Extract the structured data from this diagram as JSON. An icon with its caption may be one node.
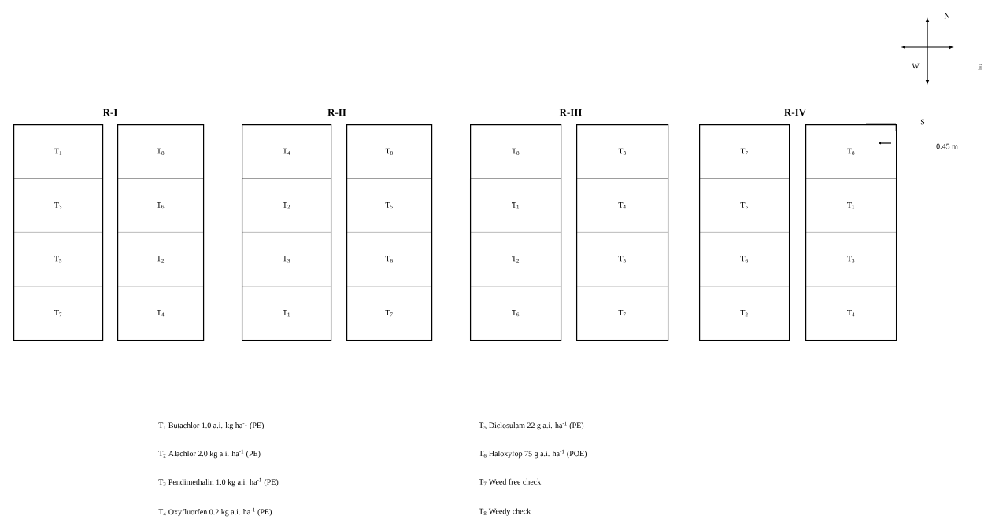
{
  "diagram": {
    "nodes": [
      {
        "text": [],
        "shape": "box"
      },
      {
        "text": [
          "T$_{1}$"
        ],
        "in": 0
      },
      {
        "text": [
          "T$_{3}$"
        ],
        "in": 0
      },
      {
        "text": [
          "T$_{5}$"
        ],
        "in": 0
      },
      {
        "text": [
          "T$_{7}$"
        ],
        "in": 0
      },
      {
        "text": [],
        "shape": "box"
      },
      {
        "text": [
          "T$_{8}$"
        ],
        "in": 5
      },
      {
        "text": [
          "T$_{6}$"
        ],
        "in": 5
      },
      {
        "text": [
          "T$_{2}$"
        ],
        "in": 5
      },
      {
        "text": [
          "T$_{4}$"
        ],
        "in": 5
      },
      {
        "text": [],
        "shape": "box"
      },
      {
        "text": [
          "T$_{4}$"
        ],
        "in": 10
      },
      {
        "text": [
          "T$_{2}$"
        ],
        "in": 10
      },
      {
        "text": [
          "T$_{3}$"
        ],
        "in": 10
      },
      {
        "text": [
          "T$_{1}$"
        ],
        "in": 10
      },
      {
        "text": [],
        "shape": "box"
      },
      {
        "text": [
          "T$_{8}$"
        ],
        "in": 15
      },
      {
        "text": [
          "T$_{5}$"
        ],
        "in": 15
      },
      {
        "text": [
          "T$_{6}$"
        ],
        "in": 15
      },
      {
        "text": [
          "T$_{7}$"
        ],
        "in": 15
      },
      {
        "text": [],
        "shape": "box"
      },
      {
        "text": [
          "T$_{8}$"
        ],
        "in": 20
      },
      {
        "text": [
          "T$_{1}$"
        ],
        "in": 20
      },
      {
        "text": [
          "T$_{2}$"
        ],
        "in": 20
      },
      {
        "text": [
          "T$_{6}$"
        ],
        "in": 20
      },
      {
        "text": [],
        "shape": "box"
      },
      {
        "text": [
          "T$_{3}$"
        ],
        "in": 25
      },
      {
        "text": [
          "T$_{4}$"
        ],
        "in": 25
      },
      {
        "text": [
          "T$_{5}$"
        ],
        "in": 25
      },
      {
        "text": [
          "T$_{7}$"
        ],
        "in": 25
      },
      {
        "text": [],
        "shape": "box"
      },
      {
        "text": [
          "T$_{7}$"
        ],
        "in": 30
      },
      {
        "text": [
          "T$_{5}$"
        ],
        "in": 30
      },
      {
        "text": [
          "T$_{6}$"
        ],
        "in": 30
      },
      {
        "text": [
          "T$_{2}$"
        ],
        "in": 30
      },
      {
        "text": [],
        "shape": "box"
      },
      {
        "text": [
          "T$_{8}$"
        ],
        "in": 35
      },
      {
        "text": [
          "T$_{1}$"
        ],
        "in": 35
      },
      {
        "text": [
          "T$_{3}$"
        ],
        "in": 35
      },
      {
        "text": [
          "T$_{4}$"
        ],
        "in": 35
      }
    ],
    "labels": [
      "R-I",
      "R-II",
      "R-III",
      "R-IV",
      "N",
      "W",
      "E",
      "S",
      "0.45 m",
      "T$_{1}$ Butachlor 1.0 a.i. kg ha$^{-1}$ (PE)",
      "T$_{5}$ Diclosulam 22 g a.i. ha$^{-1}$ (PE)",
      "T$_{2}$ Alachlor 2.0 kg a.i. ha$^{-1}$ (PE)",
      "T$_{6}$ Haloxyfop 75 g a.i. ha$^{-1}$ (POE)",
      "T$_{3}$ Pendimethalin 1.0 kg a.i. ha$^{-1}$ (PE)",
      "T$_{7}$ Weed free check",
      "T$_{4}$ Oxyfluorfen 0.2 kg a.i. ha$^{-1}$ (PE)",
      "T$_{8}$ Weedy check"
    ]
  }
}
